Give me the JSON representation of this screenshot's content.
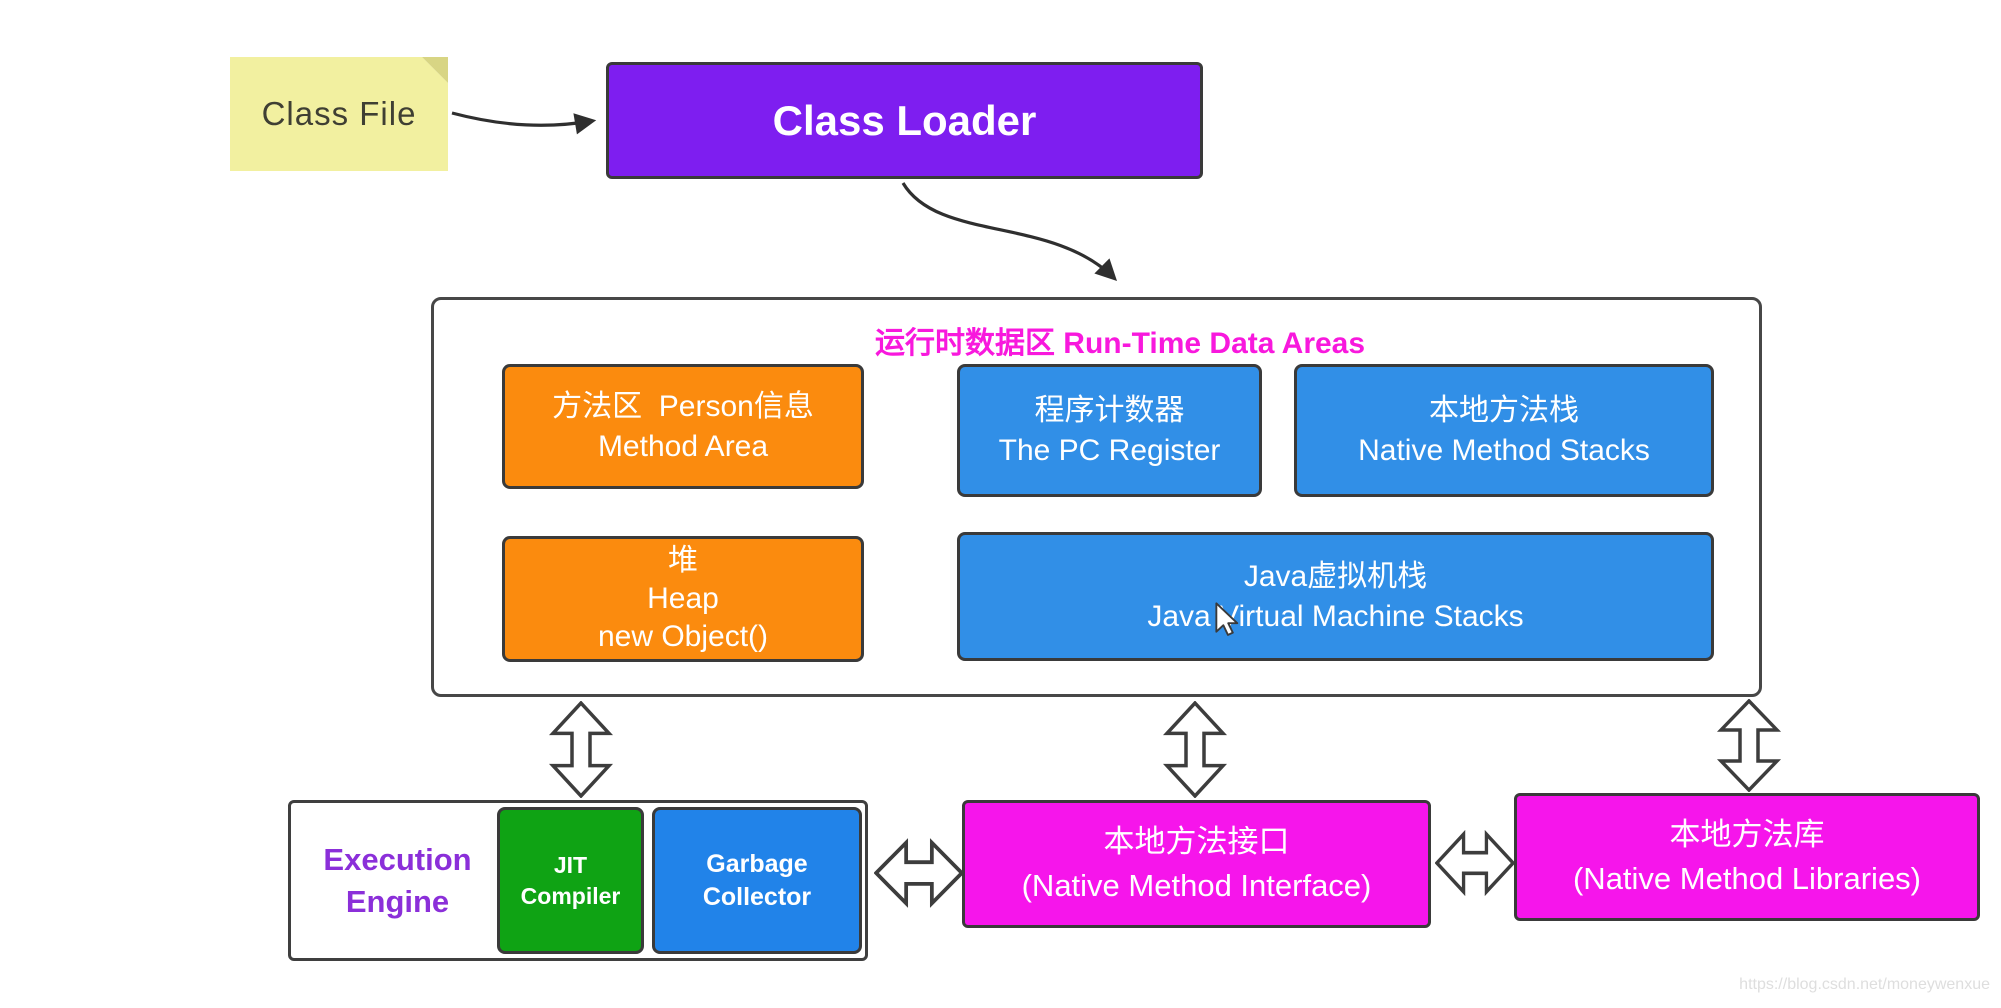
{
  "diagram": {
    "class_file": {
      "label": "Class File"
    },
    "class_loader": {
      "label": "Class Loader"
    },
    "runtime": {
      "title": "运行时数据区 Run-Time Data Areas",
      "method_area": {
        "line1": "方法区  Person信息",
        "line2": "Method Area"
      },
      "pc_register": {
        "line1": "程序计数器",
        "line2": "The PC Register"
      },
      "native_method_stacks": {
        "line1": "本地方法栈",
        "line2": "Native Method Stacks"
      },
      "heap": {
        "line1": "堆",
        "line2": "Heap",
        "line3": "new Object()"
      },
      "jvm_stacks": {
        "line1": "Java虚拟机栈",
        "line2": "Java Virtual Machine Stacks"
      }
    },
    "execution_engine": {
      "line1": "Execution",
      "line2": "Engine"
    },
    "jit_compiler": {
      "line1": "JIT",
      "line2": "Compiler"
    },
    "garbage_collector": {
      "line1": "Garbage",
      "line2": "Collector"
    },
    "native_method_interface": {
      "line1": "本地方法接口",
      "line2": "(Native Method Interface)"
    },
    "native_method_libraries": {
      "line1": "本地方法库",
      "line2": "(Native Method Libraries)"
    },
    "watermark": "https://blog.csdn.net/moneywenxue"
  },
  "colors": {
    "purple": "#7E1EF0",
    "orange": "#FB8B0E",
    "blue": "#318FE7",
    "blue_dark": "#2183E9",
    "green": "#0FA314",
    "magenta": "#F615EB",
    "title_magenta": "#F818DD",
    "ee_text_purple": "#8B2FD9",
    "note_yellow": "#F2F0A0",
    "note_fold": "#D8D584",
    "border_dark": "#3A3A3A",
    "arrow_dark": "#2F2F2F",
    "watermark_gray": "#DEDEDE"
  }
}
